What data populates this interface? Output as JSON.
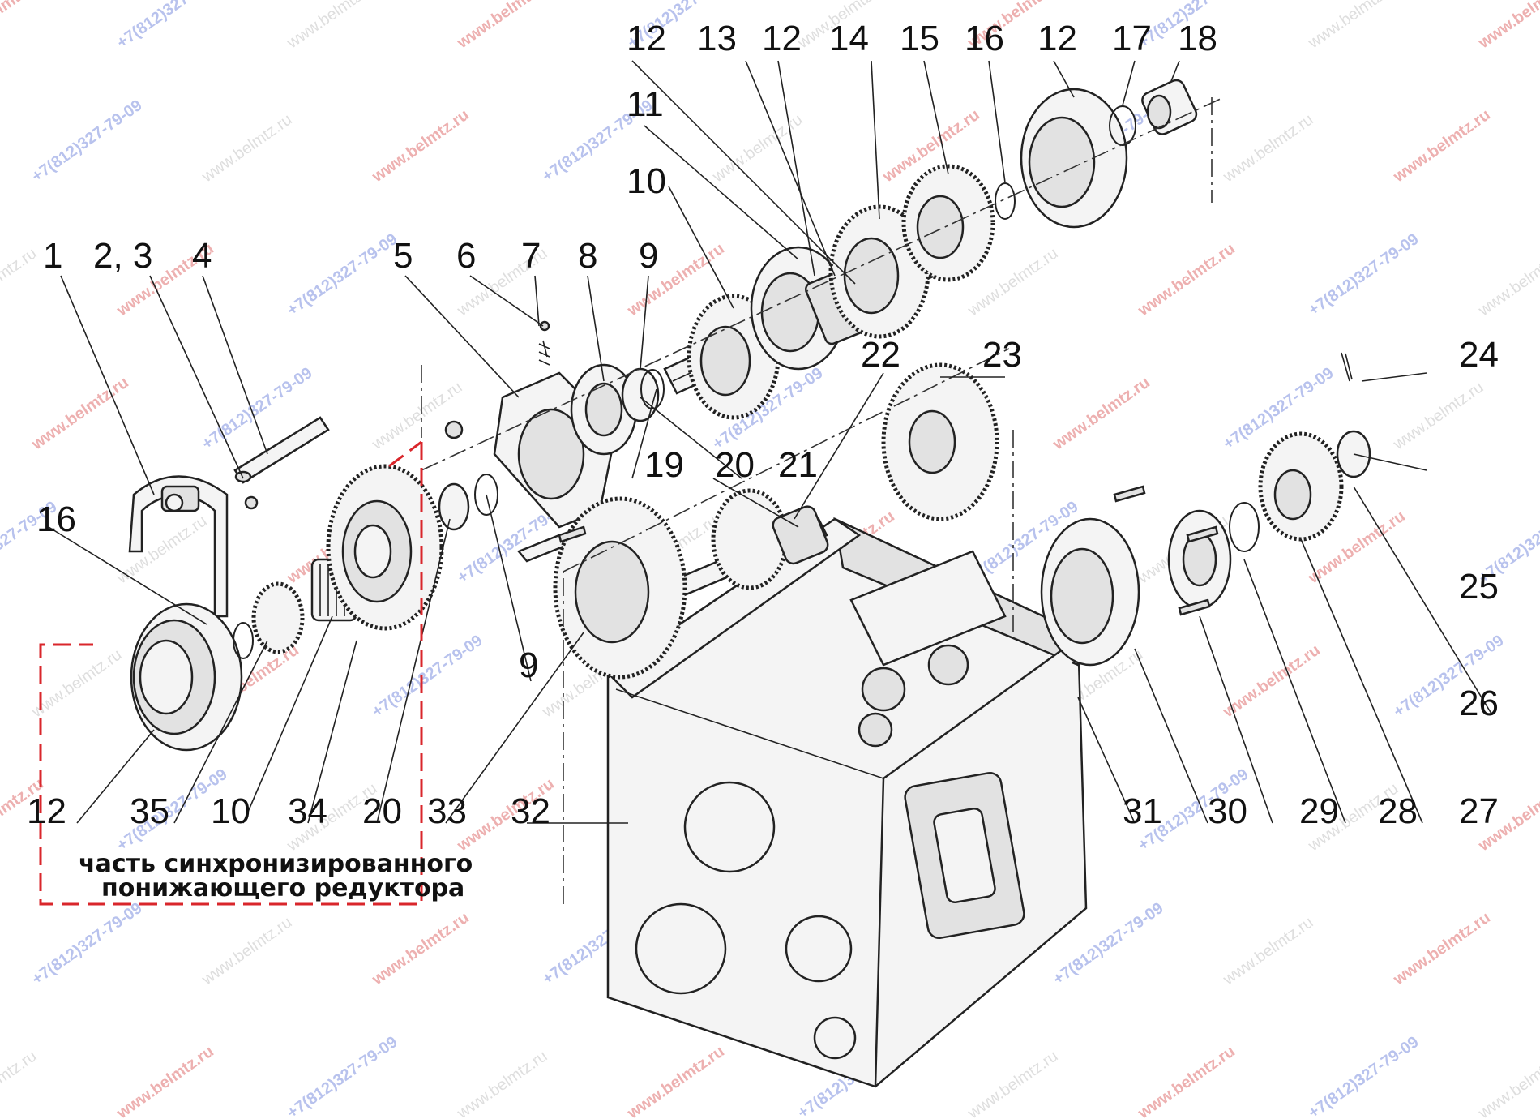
{
  "callouts": [
    "1",
    "2, 3",
    "4",
    "5",
    "6",
    "7",
    "8",
    "9",
    "10",
    "11",
    "12",
    "13",
    "12",
    "14",
    "15",
    "16",
    "12",
    "17",
    "18",
    "19",
    "20",
    "21",
    "22",
    "23",
    "24",
    "25",
    "26",
    "27",
    "28",
    "29",
    "30",
    "31",
    "32",
    "33",
    "20",
    "34",
    "10",
    "35",
    "12",
    "16",
    "9"
  ],
  "caption": [
    "часть синхронизированного",
    "понижающего редуктора"
  ],
  "watermarks": {
    "site": "www.belmtz.ru",
    "phone": "+7(812)327-79-09"
  },
  "colors": {
    "callout_frame": "#d9262b"
  }
}
